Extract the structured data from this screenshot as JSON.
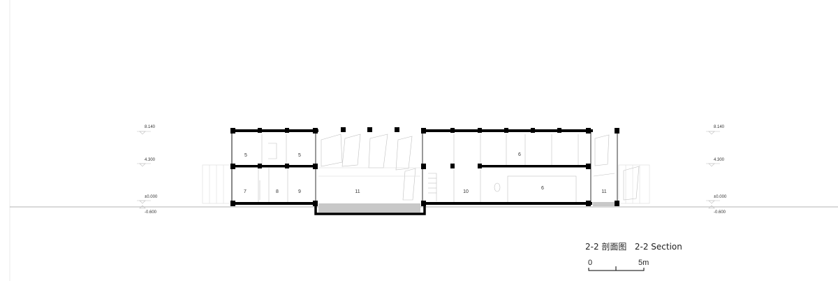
{
  "levels": {
    "roof": "8.140",
    "first_floor": "4.300",
    "ground": "±0.000",
    "below": "-0.600"
  },
  "rooms": {
    "r5a": "5",
    "r5b": "5",
    "r6a": "6",
    "r7": "7",
    "r8": "8",
    "r9": "9",
    "r11a": "11",
    "r10": "10",
    "r6b": "6",
    "r11b": "11"
  },
  "title": {
    "text": "2-2 剖面图   2-2 Section"
  },
  "scale_bar": {
    "zero": "0",
    "five": "5m"
  },
  "colors": {
    "line": "#000000",
    "thin": "#bfbfbf",
    "fill_grey": "#c8c8c8"
  }
}
